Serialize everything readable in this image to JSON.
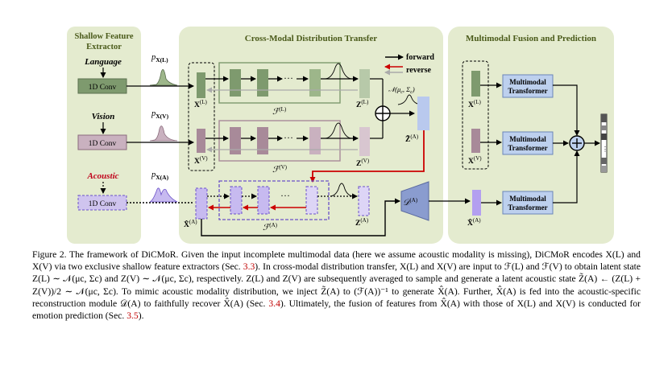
{
  "colors": {
    "panel_fill": "#e4ebcf",
    "language": "#7e9a6e",
    "vision": "#a88a99",
    "acoustic": "#a896d6",
    "acoustic_label": "#c0001a",
    "forward": "#000000",
    "reverse": "#cc0000",
    "transformer_fill": "#bdd0ee",
    "latent_blue": "#b9c9ee"
  },
  "figure": {
    "panels": {
      "shallow": "Shallow Feature Extractor",
      "shallow_line1": "Shallow Feature",
      "shallow_line2": "Extractor",
      "cross": "Cross-Modal Distribution Transfer",
      "fusion": "Multimodal Fusion and Prediction"
    },
    "modalities": {
      "language": "Language",
      "vision": "Vision",
      "acoustic": "Acoustic"
    },
    "conv_label": "1D Conv",
    "legend": {
      "forward": "forward",
      "reverse": "reverse"
    },
    "transformer_line1": "Multimodal",
    "transformer_line2": "Transformer",
    "math": {
      "pXL": "p",
      "pXL_sub": "X(L)",
      "pXV_sub": "X(V)",
      "pXA_sub": "X(A)",
      "XL": "X(L)",
      "XV": "X(V)",
      "XA_hat": "X̂(A)",
      "FL": "ℱ(L)",
      "FV": "ℱ(V)",
      "FA": "ℱ(A)",
      "ZL": "Z(L)",
      "ZV": "Z(V)",
      "ZA": "Z(A)",
      "ZA_tilde": "Z̃(A)",
      "N": "𝒩(μc, Σc)",
      "DA": "𝒟(A)"
    }
  },
  "caption": {
    "label": "Figure 2.",
    "s1": "The framework of DiCMoR. Given the input incomplete multimodal data (here we assume acoustic modality is missing), DiCMoR encodes X(L) and X(V) via two exclusive shallow feature extractors (Sec. ",
    "ref1": "3.3",
    "s2": "). In cross-modal distribution transfer, X(L) and X(V) are input to ℱ(L) and ℱ(V) to obtain latent state Z(L) ∼ 𝒩(μc, Σc) and Z(V) ∼ 𝒩(μc, Σc), respectively. Z(L) and Z(V) are subsequently averaged to sample and generate a latent acoustic state Z̃(A) ← (Z(L) + Z(V))/2 ∼ 𝒩(μc, Σc). To mimic acoustic modality distribution, we inject Z̃(A) to (ℱ(A))⁻¹ to generate X̂(A). Further, X̂(A) is fed into the acoustic-specific reconstruction module 𝒟(A) to faithfully recover X̂(A) (Sec. ",
    "ref2": "3.4",
    "s3": "). Ultimately, the fusion of features from X̂(A) with those of X(L) and X(V) is conducted for emotion prediction (Sec. ",
    "ref3": "3.5",
    "s4": ")."
  }
}
